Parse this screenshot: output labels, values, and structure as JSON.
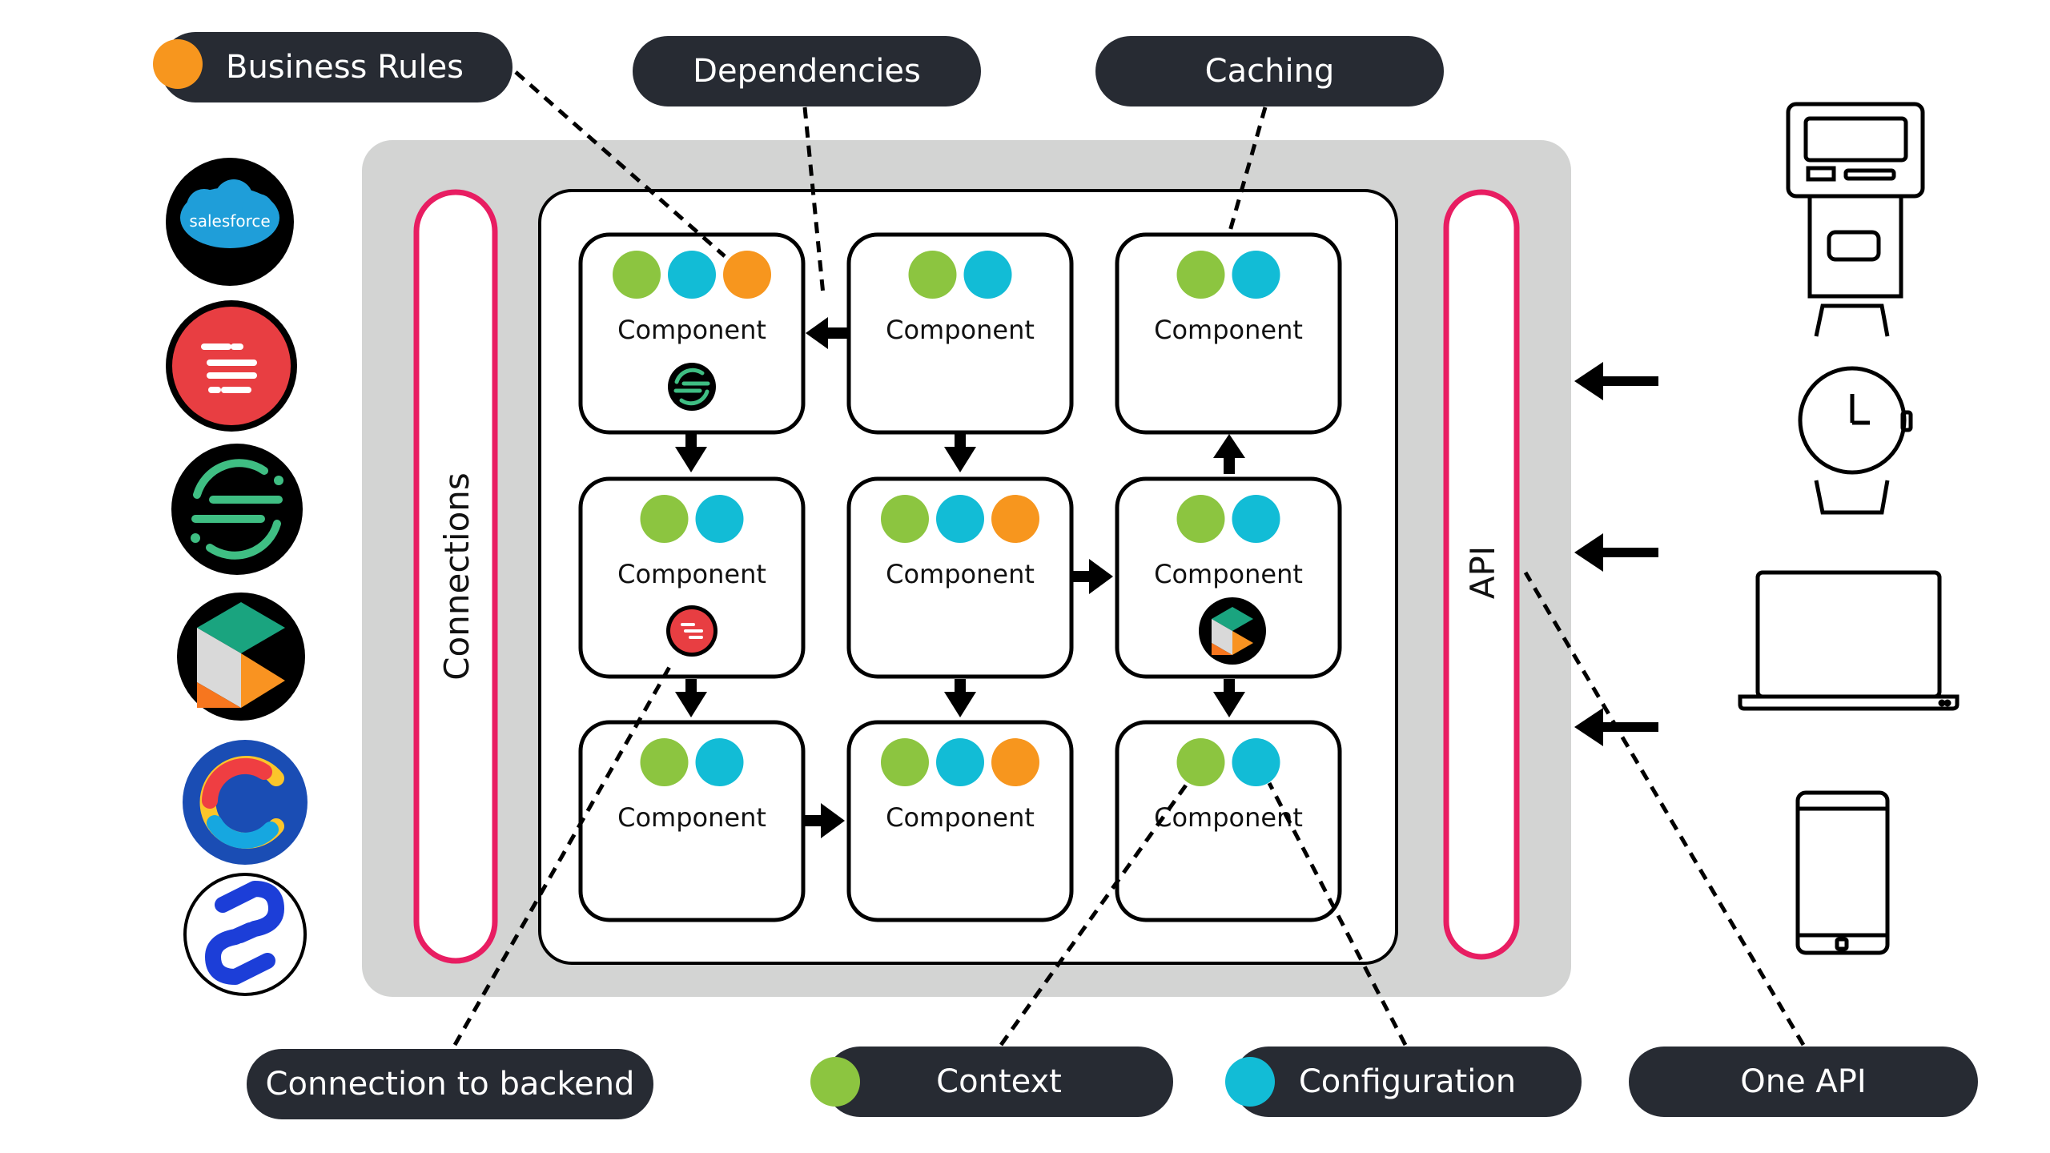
{
  "colors": {
    "context_green": "#8cc540",
    "config_cyan": "#12bcd6",
    "business_orange": "#f7961e",
    "pill_dark": "#272b33",
    "panel_gray": "#d3d4d3",
    "rail_pink": "#e81d62"
  },
  "callouts": {
    "business_rules": "Business Rules",
    "dependencies": "Dependencies",
    "caching": "Caching",
    "connection_to_backend": "Connection to backend",
    "context": "Context",
    "configuration": "Configuration",
    "one_api": "One API"
  },
  "rails": {
    "connections": "Connections",
    "api": "API"
  },
  "components": [
    {
      "label": "Component",
      "dots": [
        "green",
        "cyan",
        "orange"
      ],
      "badge": "segment-icon"
    },
    {
      "label": "Component",
      "dots": [
        "green",
        "cyan"
      ]
    },
    {
      "label": "Component",
      "dots": [
        "green",
        "cyan"
      ]
    },
    {
      "label": "Component",
      "dots": [
        "green",
        "cyan"
      ],
      "badge": "redis-icon"
    },
    {
      "label": "Component",
      "dots": [
        "green",
        "cyan",
        "orange"
      ]
    },
    {
      "label": "Component",
      "dots": [
        "green",
        "cyan"
      ],
      "badge": "contentstack-icon"
    },
    {
      "label": "Component",
      "dots": [
        "green",
        "cyan"
      ]
    },
    {
      "label": "Component",
      "dots": [
        "green",
        "cyan",
        "orange"
      ]
    },
    {
      "label": "Component",
      "dots": [
        "green",
        "cyan"
      ]
    }
  ],
  "backend_logos": [
    {
      "icon": "salesforce-logo",
      "text": "salesforce"
    },
    {
      "icon": "redis-logo"
    },
    {
      "icon": "segment-logo"
    },
    {
      "icon": "contentstack-logo"
    },
    {
      "icon": "contentful-logo"
    },
    {
      "icon": "commercetools-logo"
    }
  ],
  "devices": [
    "kiosk-icon",
    "smartwatch-icon",
    "laptop-icon",
    "smartphone-icon"
  ]
}
